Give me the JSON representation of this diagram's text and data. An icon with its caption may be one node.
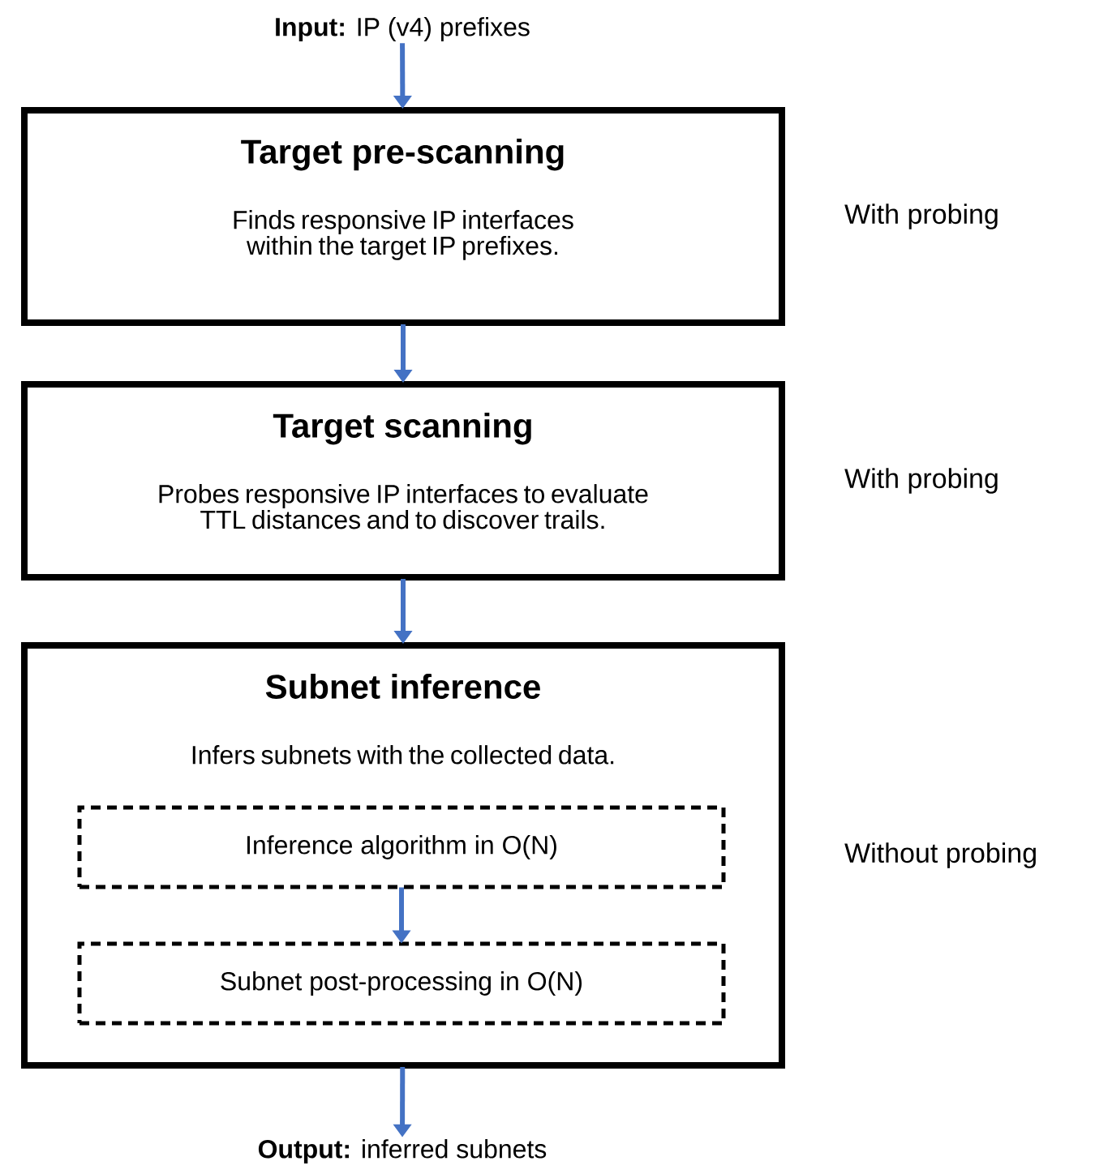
{
  "diagram": {
    "nodes": [
      {
        "text": [
          "**Input:** IP (v4) prefixes"
        ]
      },
      {
        "text": [
          "Target pre-scanning",
          "Finds responsive IP interfaces within the target IP prefixes."
        ],
        "beside": [
          "With probing"
        ]
      },
      {
        "text": [
          "Target scanning",
          "Probes responsive IP interfaces to evaluate TTL distances and to discover trails."
        ],
        "beside": [
          "With probing"
        ]
      },
      {
        "text": [
          "Subnet inference",
          "Infers subnets with the collected data."
        ],
        "beside": [
          "Without probing"
        ]
      },
      {
        "text": [
          "Inference algorithm in O(N)"
        ],
        "in": 3
      },
      {
        "text": [
          "Subnet post-processing in O(N)"
        ],
        "in": 3
      },
      {
        "text": [
          "**Output:** inferred subnets"
        ]
      }
    ],
    "edges": [
      {
        "from": 0,
        "to": 1,
        "arrow": "to"
      },
      {
        "from": 1,
        "to": 2,
        "arrow": "to"
      },
      {
        "from": 2,
        "to": 3,
        "arrow": "to"
      },
      {
        "from": 4,
        "to": 5,
        "arrow": "to"
      },
      {
        "from": 3,
        "to": 6,
        "arrow": "to"
      }
    ]
  }
}
